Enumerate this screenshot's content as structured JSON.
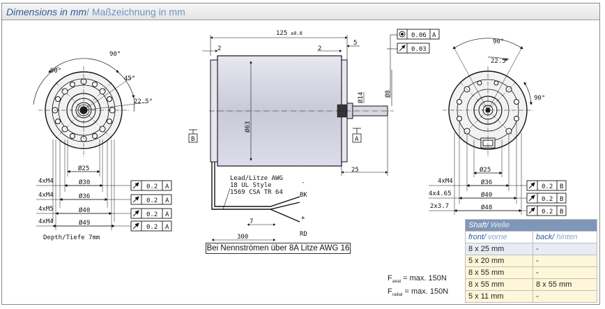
{
  "header": {
    "title_en": "Dimensions in mm",
    "title_de": "/ Maßzeichnung in mm"
  },
  "front_view": {
    "angles": [
      "90°",
      "90°",
      "45°",
      "22.5°"
    ],
    "threads": [
      "4xM4",
      "4xM4",
      "4xM5",
      "4xM4"
    ],
    "diameters": [
      "Ø25",
      "Ø30",
      "Ø36",
      "Ø40",
      "Ø49"
    ],
    "tolerances": [
      "0.2",
      "0.2",
      "0.2",
      "0.2"
    ],
    "datum": "A",
    "depth_note": "Depth/Tiefe 7mm"
  },
  "side_view": {
    "length": "125",
    "offset_left": "2",
    "offset_right": "2",
    "shaft_offset": "5",
    "shaft_len": "25",
    "body_dia": "Ø63",
    "flange_dia": "Ø14",
    "shaft_dia": "Ø8",
    "datum_a": "A",
    "datum_b": "B",
    "gdt_top": [
      "0.06",
      "A"
    ],
    "gdt_runout": "0.03",
    "lead_note": [
      "Lead/Litze AWG",
      "18 UL Style",
      "1569 CSA TR 64"
    ],
    "wire_minus": "-",
    "wire_bk": "BK",
    "wire_plus": "+",
    "wire_rd": "RD",
    "lead_7": "7",
    "lead_300": "300",
    "caption": "Bei Nennströmen über 8A Litze AWG 16"
  },
  "rear_view": {
    "angles": [
      "90°",
      "22.5°",
      "90°"
    ],
    "threads": [
      "4xM4",
      "4x4.65",
      "2x3.7"
    ],
    "diameters": [
      "Ø25",
      "Ø36",
      "Ø40",
      "Ø48"
    ],
    "tolerances": [
      "0.2",
      "0.2",
      "0.2"
    ],
    "datum": "B"
  },
  "forces": {
    "axial": "= max. 150N",
    "radial": "= max. 150N",
    "sub_axial": "axial",
    "sub_radial": "radial",
    "symbol": "F"
  },
  "shaft_table": {
    "title": "Shaft/",
    "title_sub": " Welle",
    "col1": "front/",
    "col1_sub": " vorne",
    "col2": "back/",
    "col2_sub": " hinten",
    "rows": [
      [
        "8 x 25 mm",
        "-"
      ],
      [
        "5 x 20 mm",
        "-"
      ],
      [
        "8 x 55 mm",
        "-"
      ],
      [
        "8 x 55 mm",
        "8 x 55 mm"
      ],
      [
        "5 x 11 mm",
        "-"
      ]
    ]
  }
}
